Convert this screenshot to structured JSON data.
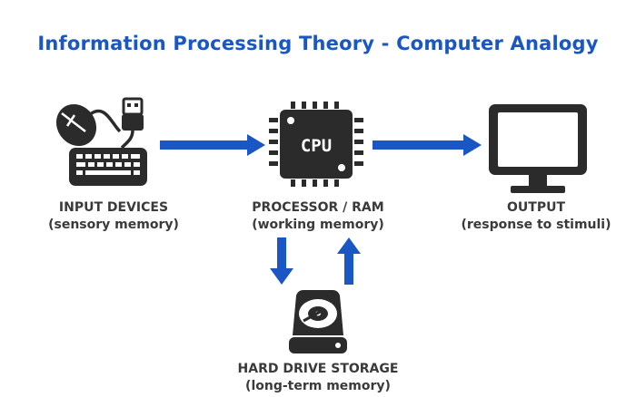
{
  "title": "Information Processing Theory - Computer Analogy",
  "colors": {
    "title": "#1a56c4",
    "arrow": "#1a56c4",
    "icon": "#2b2b2b",
    "label": "#3a3a3a"
  },
  "nodes": {
    "input": {
      "name": "INPUT DEVICES",
      "desc": "(sensory memory)",
      "icon": "keyboard-mouse-usb-icon"
    },
    "cpu": {
      "name": "PROCESSOR / RAM",
      "desc": "(working memory)",
      "icon": "cpu-chip-icon",
      "chip_text": "CPU"
    },
    "output": {
      "name": "OUTPUT",
      "desc": "(response to stimuli)",
      "icon": "monitor-icon"
    },
    "storage": {
      "name": "HARD DRIVE STORAGE",
      "desc": "(long-term memory)",
      "icon": "hard-drive-icon"
    }
  },
  "edges": [
    {
      "from": "input",
      "to": "cpu"
    },
    {
      "from": "cpu",
      "to": "output"
    },
    {
      "from": "cpu",
      "to": "storage"
    },
    {
      "from": "storage",
      "to": "cpu"
    }
  ]
}
